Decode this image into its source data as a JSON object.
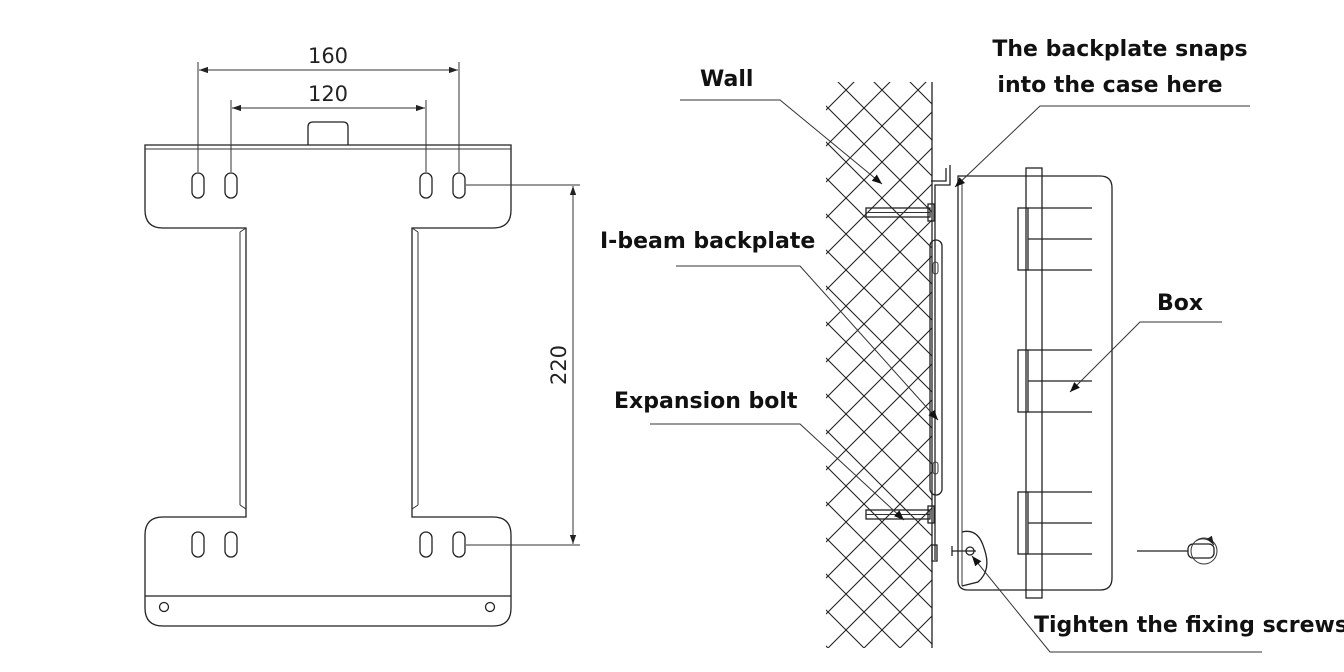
{
  "dimensions": {
    "outer_width": "160",
    "inner_width": "120",
    "height": "220"
  },
  "callouts": {
    "wall": "Wall",
    "snap_line1": "The backplate snaps",
    "snap_line2": "into the case here",
    "backplate": "I-beam backplate",
    "box": "Box",
    "bolt": "Expansion bolt",
    "screws": "Tighten the fixing screws"
  }
}
